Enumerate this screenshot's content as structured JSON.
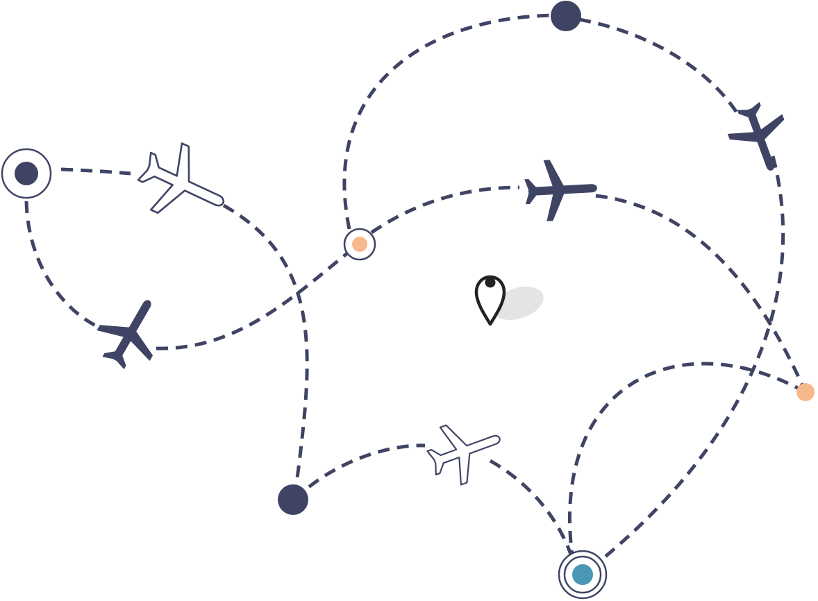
{
  "colors": {
    "navy": "#3f4464",
    "peach": "#f7b98b",
    "teal": "#4a97b5",
    "shadow": "#e4e4e4",
    "pin": "#222222",
    "background": "#ffffff"
  },
  "icons": {
    "airplane": "airplane-icon",
    "location": "location-pin-icon"
  },
  "nodes": [
    {
      "id": "west-origin",
      "style": "ringed",
      "color": "navy"
    },
    {
      "id": "north-hub",
      "style": "solid",
      "color": "navy"
    },
    {
      "id": "central-waypoint",
      "style": "outlined",
      "color": "peach"
    },
    {
      "id": "east-waypoint",
      "style": "solid-small",
      "color": "peach"
    },
    {
      "id": "south-hub",
      "style": "solid",
      "color": "navy"
    },
    {
      "id": "south-destination",
      "style": "double-ringed",
      "color": "teal"
    }
  ],
  "planes": [
    {
      "id": "plane-northwest",
      "style": "outline"
    },
    {
      "id": "plane-southwest",
      "style": "filled"
    },
    {
      "id": "plane-center",
      "style": "filled"
    },
    {
      "id": "plane-northeast",
      "style": "filled"
    },
    {
      "id": "plane-south",
      "style": "outline"
    }
  ]
}
